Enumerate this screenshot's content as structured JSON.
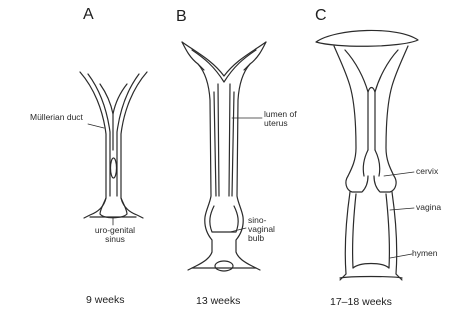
{
  "panels": [
    {
      "letter": "A",
      "caption": "9 weeks",
      "labels": [
        {
          "text": "Müllerian duct"
        },
        {
          "text": "uro-genital sinus"
        }
      ]
    },
    {
      "letter": "B",
      "caption": "13 weeks",
      "labels": [
        {
          "text": "lumen of uterus"
        },
        {
          "text": "sino-vaginal bulb"
        }
      ]
    },
    {
      "letter": "C",
      "caption": "17–18 weeks",
      "labels": [
        {
          "text": "cervix"
        },
        {
          "text": "vagina"
        },
        {
          "text": "hymen"
        }
      ]
    }
  ]
}
